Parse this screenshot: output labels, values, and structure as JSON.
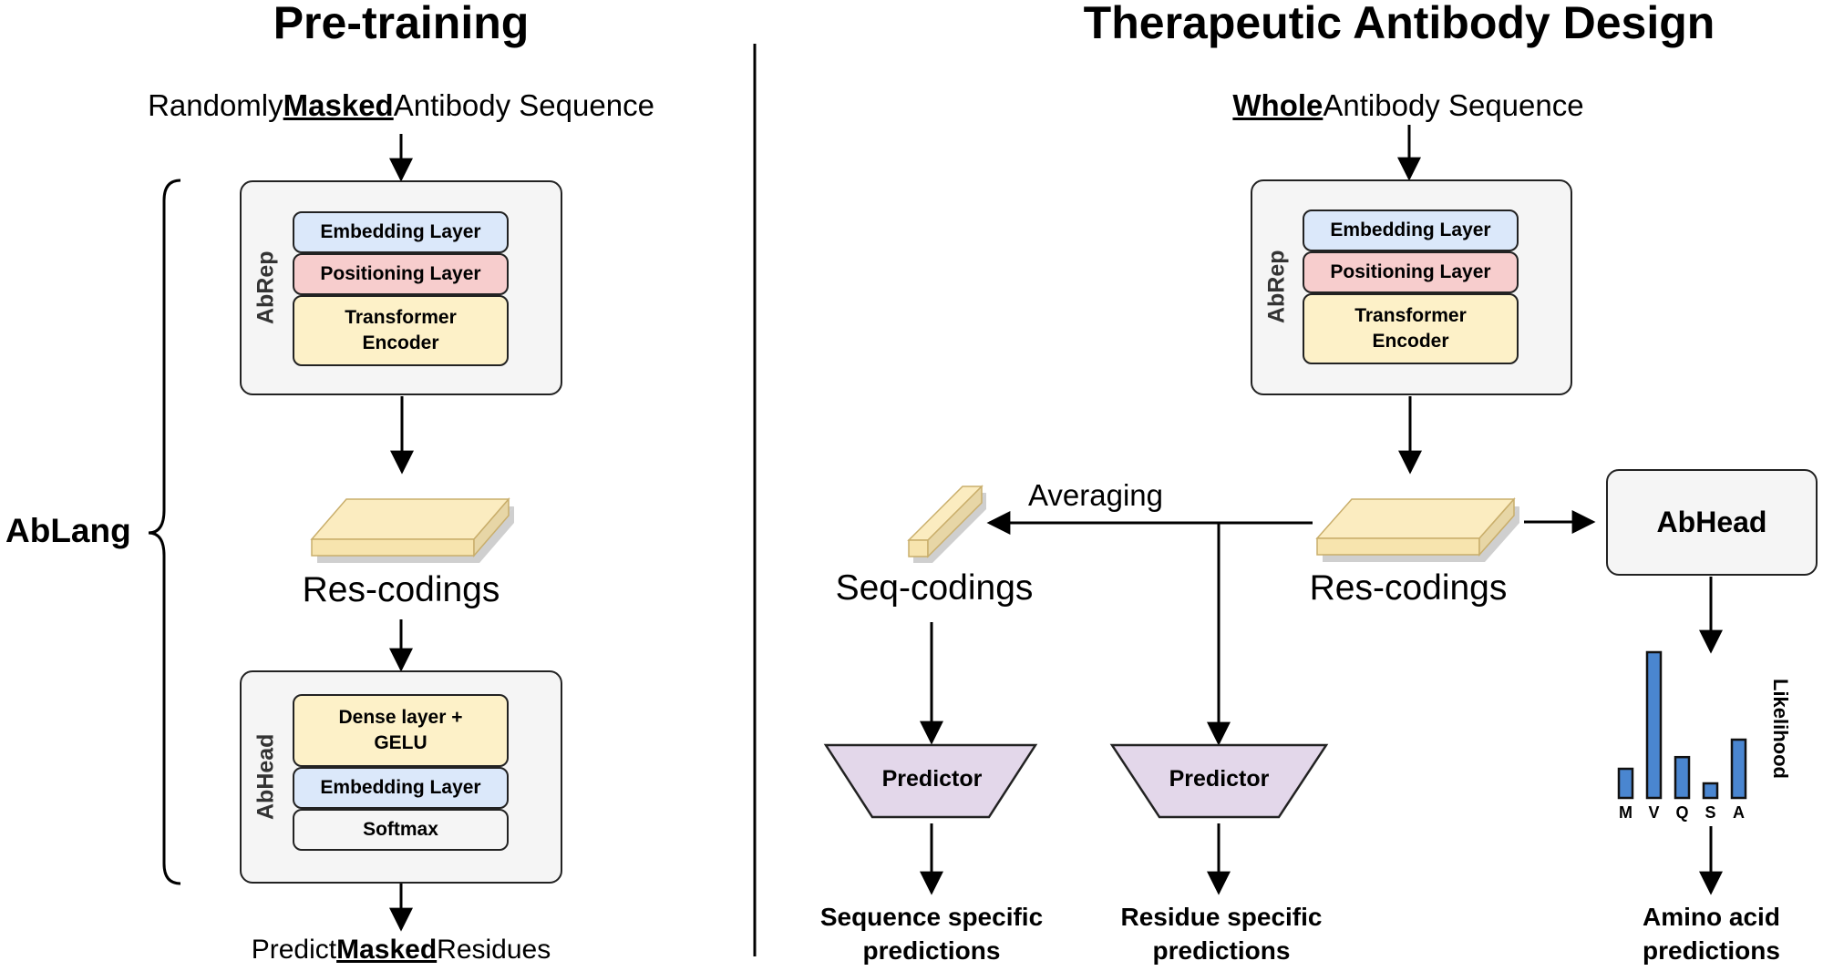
{
  "pretraining": {
    "title": "Pre-training",
    "input": {
      "prefix": "Randomly ",
      "emph": "Masked",
      "suffix": " Antibody Sequence"
    },
    "abrep": {
      "label": "AbRep",
      "layers": [
        "Embedding Layer",
        "Positioning Layer",
        "Transformer Encoder"
      ]
    },
    "res_codings_label": "Res-codings",
    "abhead": {
      "label": "AbHead",
      "layers": [
        "Dense layer + GELU",
        "Embedding Layer",
        "Softmax"
      ]
    },
    "output": {
      "prefix": "Predict ",
      "emph": "Masked",
      "suffix": " Residues"
    },
    "bracket_label": "AbLang"
  },
  "design": {
    "title": "Therapeutic Antibody Design",
    "input": {
      "emph": "Whole",
      "suffix": " Antibody Sequence"
    },
    "abrep": {
      "label": "AbRep",
      "layers": [
        "Embedding Layer",
        "Positioning Layer",
        "Transformer Encoder"
      ]
    },
    "averaging_label": "Averaging",
    "seq_codings_label": "Seq-codings",
    "res_codings_label": "Res-codings",
    "abhead_label": "AbHead",
    "predictor_label": "Predictor",
    "outputs": {
      "sequence": [
        "Sequence specific",
        "predictions"
      ],
      "residue": [
        "Residue specific",
        "predictions"
      ],
      "amino": [
        "Amino acid",
        "predictions"
      ]
    },
    "likelihood_chart": {
      "axis_label": "Likelihood",
      "categories": [
        "M",
        "V",
        "Q",
        "S",
        "A"
      ],
      "values": [
        0.2,
        1.0,
        0.28,
        0.1,
        0.4
      ],
      "bar_color": "#4a86d0"
    }
  },
  "colors": {
    "embedding": "#dbe8fa",
    "positioning": "#f7cdcd",
    "transformer": "#fdf1c8",
    "container": "#f5f5f5",
    "predictor": "#e3d7ea",
    "slab_top": "#fbecc0",
    "slab_side": "#e7d6a6"
  }
}
